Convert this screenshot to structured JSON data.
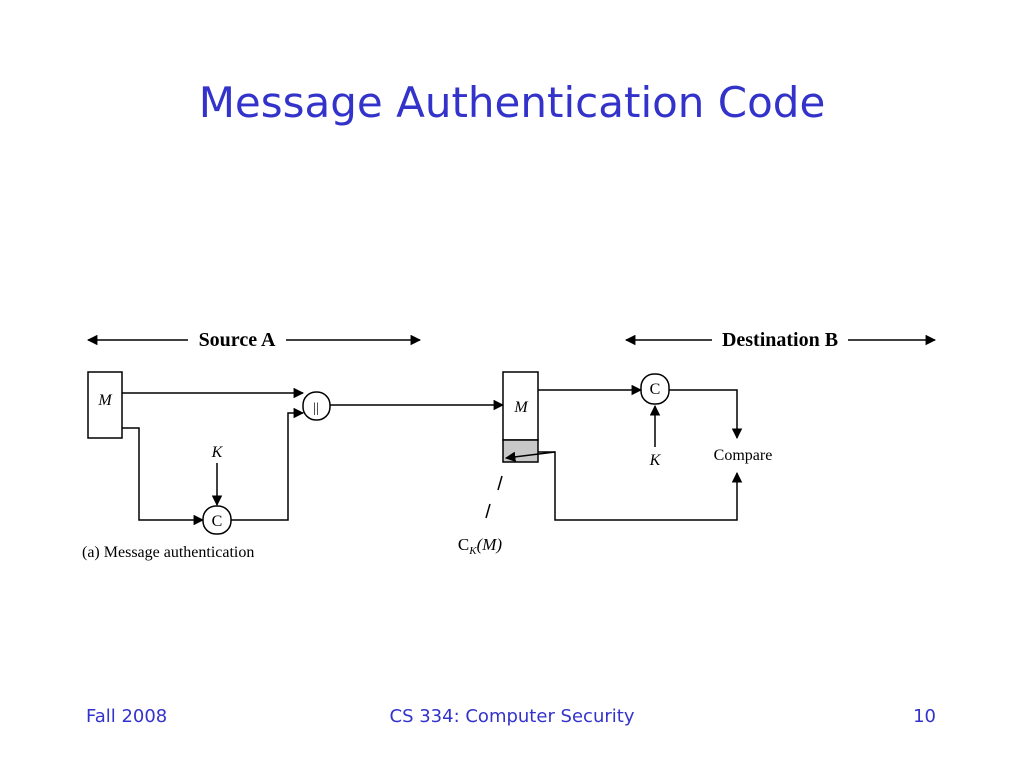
{
  "slide": {
    "title": "Message Authentication Code"
  },
  "diagram": {
    "source_label": "Source A",
    "destination_label": "Destination B",
    "message_label": "M",
    "key_label": "K",
    "mac_function_label": "C",
    "concat_label": "||",
    "receiver_message_label": "M",
    "compare_label": "Compare",
    "mac_value_label": "C",
    "mac_value_subscript": "K",
    "mac_value_arg": "(M)",
    "caption": "(a) Message authentication"
  },
  "footer": {
    "left": "Fall 2008",
    "center": "CS 334: Computer Security",
    "right": "10"
  }
}
